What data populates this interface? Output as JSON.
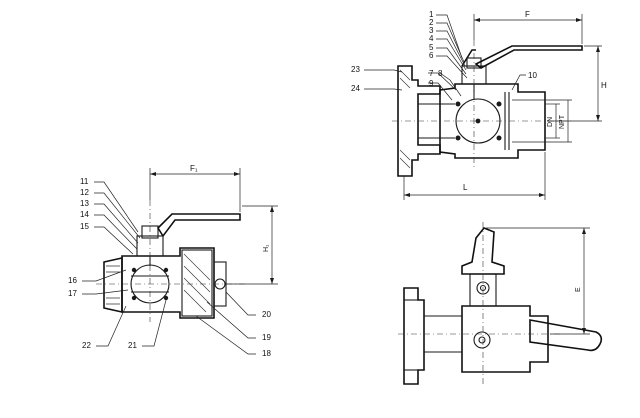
{
  "view_top_right": {
    "part_numbers": [
      "1",
      "2",
      "3",
      "4",
      "5",
      "6",
      "7",
      "8",
      "9",
      "10",
      "23",
      "24"
    ],
    "dimensions": {
      "F": "F",
      "H": "H",
      "L": "L",
      "DN": "DN",
      "NPT": "NPT"
    }
  },
  "view_left": {
    "part_numbers": [
      "11",
      "12",
      "13",
      "14",
      "15",
      "16",
      "17",
      "18",
      "19",
      "20",
      "21",
      "22"
    ],
    "dimensions": {
      "F1": "F₁",
      "H1": "H₁"
    }
  },
  "view_bottom_right": {
    "dimensions": {
      "E": "E"
    }
  }
}
